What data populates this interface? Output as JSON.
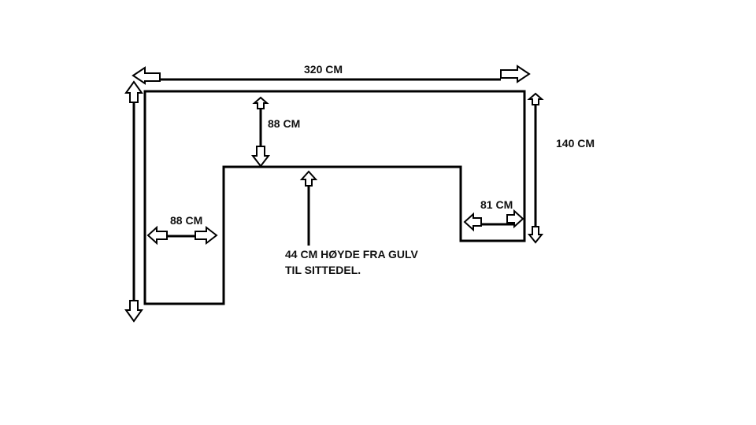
{
  "diagram": {
    "labels": {
      "total_width": "320 CM",
      "total_depth": "140 CM",
      "back_depth": "88 CM",
      "left_arm_width": "88 CM",
      "right_arm_width": "81 CM",
      "seat_height_line1": "44 CM HØYDE FRA GULV",
      "seat_height_line2": "TIL SITTEDEL."
    },
    "colors": {
      "stroke": "#000000",
      "arrow_fill": "#ffffff",
      "background": "#ffffff"
    }
  }
}
